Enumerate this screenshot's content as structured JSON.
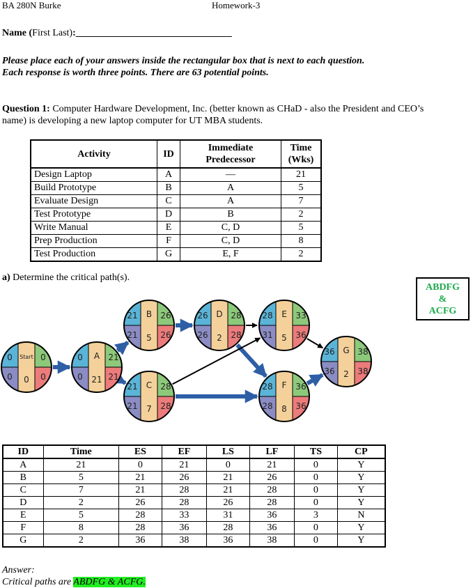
{
  "header": {
    "left": "BA 280N  Burke",
    "right": "Homework-3"
  },
  "name_field": {
    "label_bold_start": "Name (",
    "label_plain": "First Last)",
    "label_bold_end": ":",
    "blank": "________________________________"
  },
  "instructions": {
    "line1": "Please place each of your answers inside the rectangular box that is next to each question.",
    "line2": "Each response is worth three points.  There are 63 potential points."
  },
  "question1": {
    "label": "Question 1:",
    "text": " Computer Hardware Development, Inc. (better known as CHaD - also the President and CEO’s name) is developing a new laptop computer for UT MBA students."
  },
  "activity_table": {
    "headers": {
      "activity": "Activity",
      "id": "ID",
      "pred1": "Immediate",
      "pred2": "Predecessor",
      "time1": "Time",
      "time2": "(Wks)"
    },
    "rows": [
      {
        "activity": "Design Laptop",
        "id": "A",
        "pred": "—",
        "time": "21"
      },
      {
        "activity": "Build Prototype",
        "id": "B",
        "pred": "A",
        "time": "5"
      },
      {
        "activity": "Evaluate Design",
        "id": "C",
        "pred": "A",
        "time": "7"
      },
      {
        "activity": "Test Prototype",
        "id": "D",
        "pred": "B",
        "time": "2"
      },
      {
        "activity": "Write Manual",
        "id": "E",
        "pred": "C, D",
        "time": "5"
      },
      {
        "activity": "Prep Production",
        "id": "F",
        "pred": "C, D",
        "time": "8"
      },
      {
        "activity": "Test Production",
        "id": "G",
        "pred": "E, F",
        "time": "2"
      }
    ]
  },
  "part_a": {
    "label": "a)",
    "text": " Determine the critical path(s)."
  },
  "answer_box": {
    "line1": "ABDFG",
    "line2": "&",
    "line3": "ACFG"
  },
  "network": {
    "nodes": [
      {
        "id": "start",
        "name": "Start",
        "es": "0",
        "ef": "0",
        "ls": "0",
        "lf": "0",
        "t": "0"
      },
      {
        "id": "A",
        "name": "A",
        "es": "0",
        "ef": "21",
        "ls": "0",
        "lf": "21",
        "t": "21"
      },
      {
        "id": "B",
        "name": "B",
        "es": "21",
        "ef": "26",
        "ls": "21",
        "lf": "26",
        "t": "5"
      },
      {
        "id": "C",
        "name": "C",
        "es": "21",
        "ef": "28",
        "ls": "21",
        "lf": "28",
        "t": "7"
      },
      {
        "id": "D",
        "name": "D",
        "es": "26",
        "ef": "28",
        "ls": "26",
        "lf": "28",
        "t": "2"
      },
      {
        "id": "E",
        "name": "E",
        "es": "28",
        "ef": "33",
        "ls": "31",
        "lf": "36",
        "t": "5"
      },
      {
        "id": "F",
        "name": "F",
        "es": "28",
        "ef": "36",
        "ls": "28",
        "lf": "36",
        "t": "8"
      },
      {
        "id": "G",
        "name": "G",
        "es": "36",
        "ef": "38",
        "ls": "36",
        "lf": "38",
        "t": "2"
      }
    ],
    "colors": {
      "es": "#5ab4d8",
      "ef": "#8cc97a",
      "ls": "#8b8cc4",
      "lf": "#ec7b7b",
      "center": "#f4d19a",
      "critical_arrow": "#2e5fa6",
      "noncritical_arrow": "#000000"
    }
  },
  "results_table": {
    "headers": [
      "ID",
      "Time",
      "ES",
      "EF",
      "LS",
      "LF",
      "TS",
      "CP"
    ],
    "rows": [
      [
        "A",
        "21",
        "0",
        "21",
        "0",
        "21",
        "0",
        "Y"
      ],
      [
        "B",
        "5",
        "21",
        "26",
        "21",
        "26",
        "0",
        "Y"
      ],
      [
        "C",
        "7",
        "21",
        "28",
        "21",
        "28",
        "0",
        "Y"
      ],
      [
        "D",
        "2",
        "26",
        "28",
        "26",
        "28",
        "0",
        "Y"
      ],
      [
        "E",
        "5",
        "28",
        "33",
        "31",
        "36",
        "3",
        "N"
      ],
      [
        "F",
        "8",
        "28",
        "36",
        "28",
        "36",
        "0",
        "Y"
      ],
      [
        "G",
        "2",
        "36",
        "38",
        "36",
        "38",
        "0",
        "Y"
      ]
    ]
  },
  "answer": {
    "label": "Answer:",
    "prefix": "Critical paths are ",
    "highlight": "ABDFG & ACFG."
  }
}
